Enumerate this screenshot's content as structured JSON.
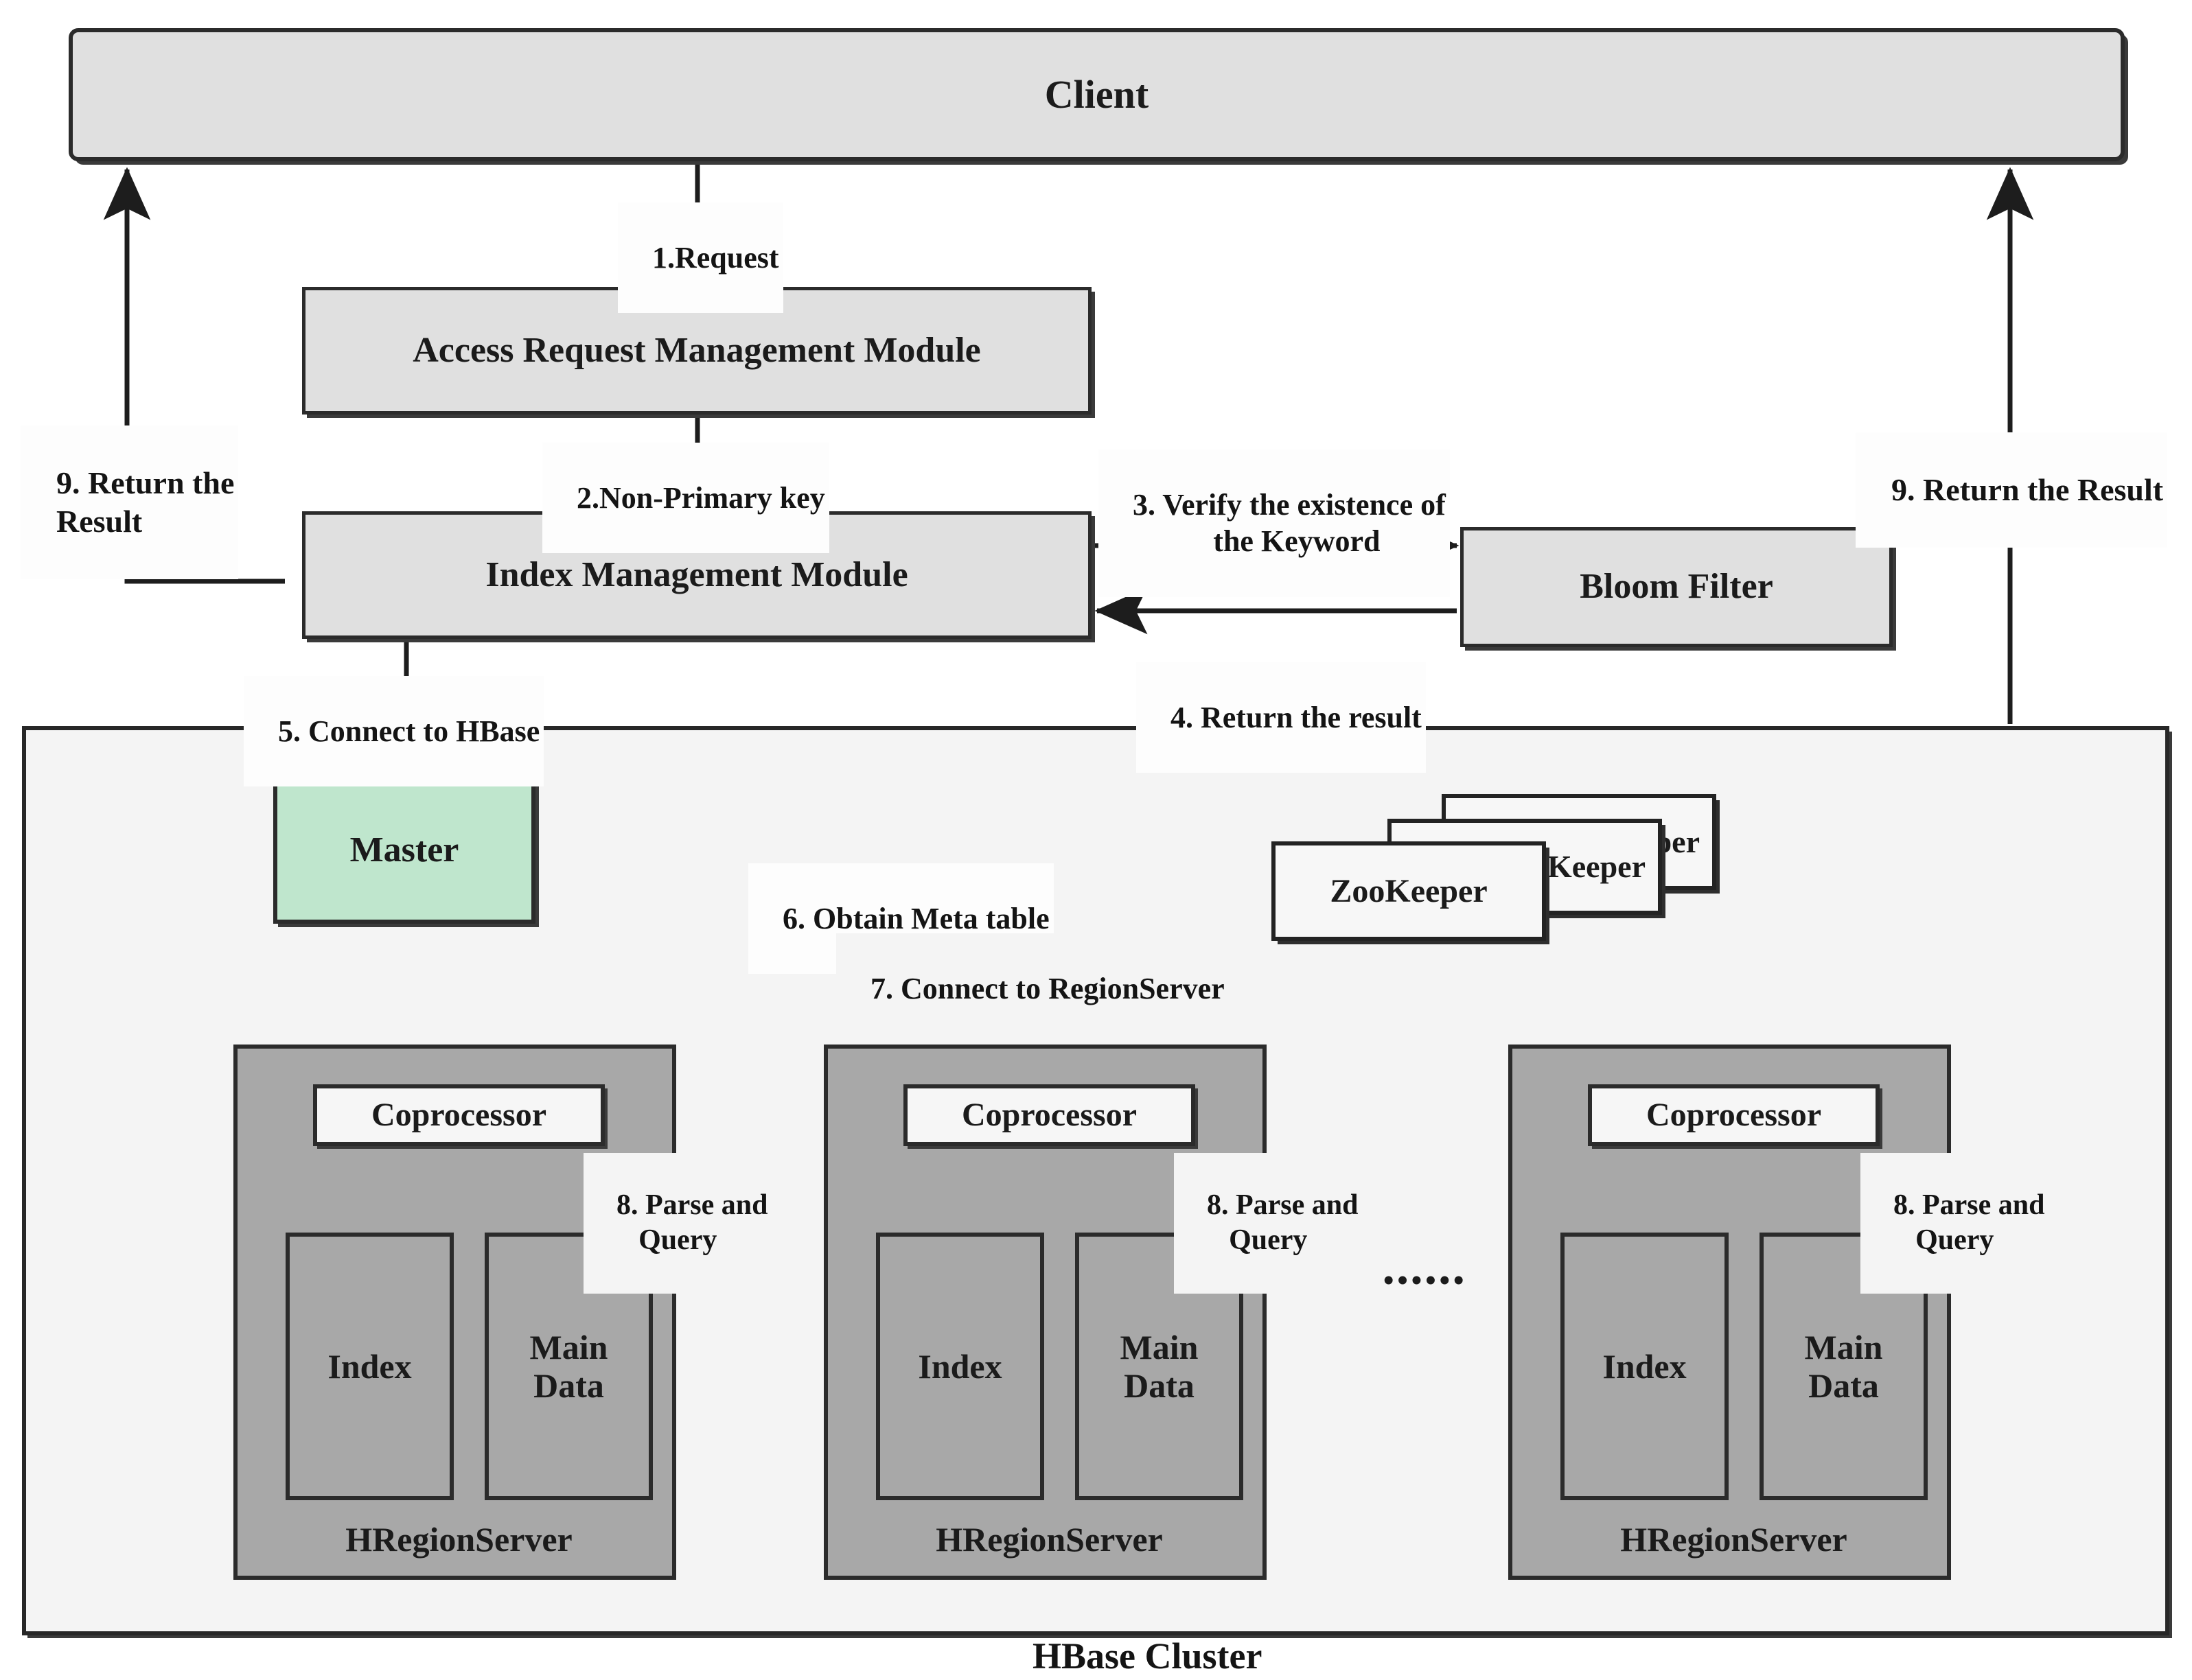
{
  "diagram": {
    "title_bottom": "HBase Cluster",
    "colors": {
      "box_fill": "#e0e0e0",
      "master_fill": "#bfe6cd",
      "cluster_fill": "#f4f4f4",
      "regionserver_fill": "#a8a8a8",
      "coprocessor_fill": "#f6f6f6",
      "stroke": "#2b2b2b",
      "text": "#141414",
      "page_bg": "#ffffff"
    }
  },
  "nodes": {
    "client": "Client",
    "access_module": "Access Request Management Module",
    "index_module": "Index Management Module",
    "bloom_filter": "Bloom Filter",
    "master": "Master",
    "zookeeper": "ZooKeeper",
    "cluster": "HBase Cluster",
    "ellipsis": "••••••"
  },
  "region_servers": [
    {
      "name": "HRegionServer",
      "coprocessor": "Coprocessor",
      "index": "Index",
      "main_data": "Main\nData",
      "step_label": "8. Parse and\nQuery"
    },
    {
      "name": "HRegionServer",
      "coprocessor": "Coprocessor",
      "index": "Index",
      "main_data": "Main\nData",
      "step_label": "8. Parse and\nQuery"
    },
    {
      "name": "HRegionServer",
      "coprocessor": "Coprocessor",
      "index": "Index",
      "main_data": "Main\nData",
      "step_label": "8. Parse and\nQuery"
    }
  ],
  "flow_labels": {
    "step1": "1.Request",
    "step2": "2.Non-Primary key",
    "step3": "3. Verify the existence of\n      the Keyword",
    "step4": "4. Return the result",
    "step5": "5. Connect to HBase",
    "step6": "6. Obtain Meta table",
    "step7": "7. Connect to RegionServer",
    "step9_left": "9. Return the\n    Result",
    "step9_right": "9. Return the Result"
  }
}
